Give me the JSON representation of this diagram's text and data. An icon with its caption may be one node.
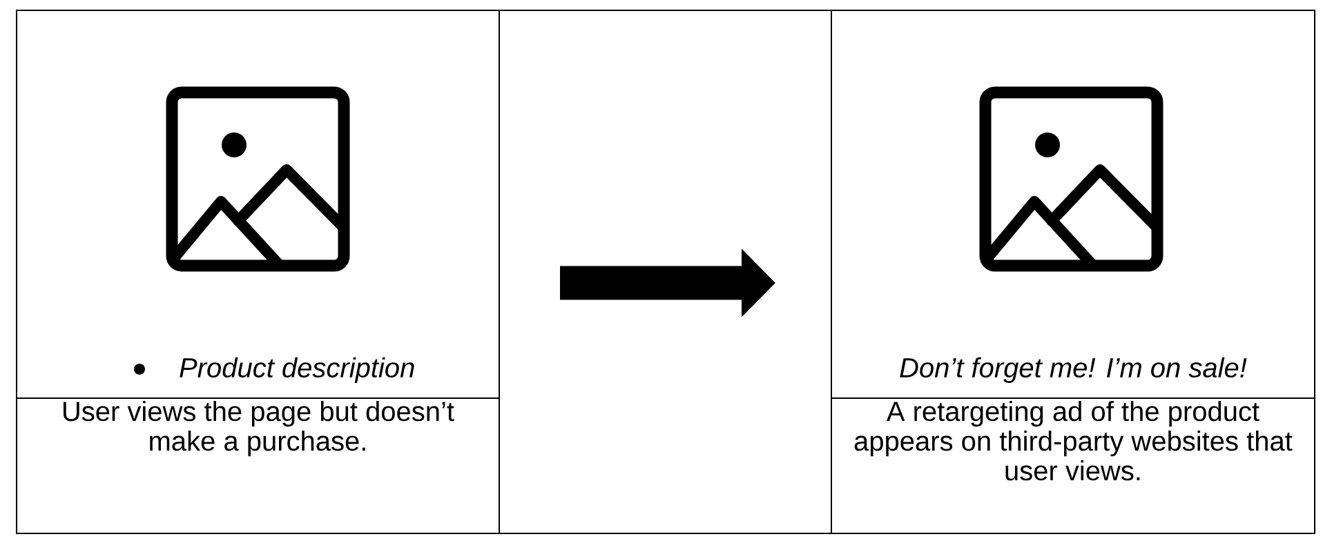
{
  "diagram": {
    "nodes": [
      {
        "text": [
          "Product description"
        ]
      },
      {
        "text": [
          "Don’t forget me! I’m on sale!"
        ]
      },
      {
        "text": [
          "User views the page but doesn’t make a purchase."
        ]
      },
      {
        "text": [
          "A retargeting ad of the product appears on third-party websites that user views."
        ]
      }
    ],
    "edges": [
      {
        "from": 0,
        "to": 1,
        "arrow": "to"
      }
    ]
  }
}
